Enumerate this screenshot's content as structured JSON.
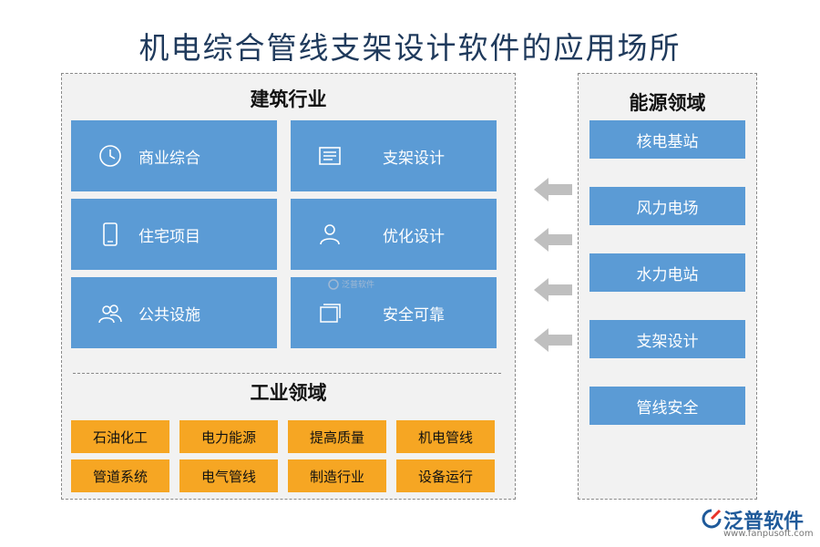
{
  "title": "机电综合管线支架设计软件的应用场所",
  "construction": {
    "heading": "建筑行业",
    "tiles": [
      {
        "label": "商业综合",
        "icon": "clock-icon"
      },
      {
        "label": "支架设计",
        "icon": "list-icon"
      },
      {
        "label": "住宅项目",
        "icon": "phone-icon"
      },
      {
        "label": "优化设计",
        "icon": "person-icon"
      },
      {
        "label": "公共设施",
        "icon": "people-icon"
      },
      {
        "label": "安全可靠",
        "icon": "cards-icon"
      }
    ]
  },
  "industry": {
    "heading": "工业领域",
    "items": [
      "石油化工",
      "电力能源",
      "提高质量",
      "机电管线",
      "管道系统",
      "电气管线",
      "制造行业",
      "设备运行"
    ]
  },
  "energy": {
    "heading": "能源领域",
    "items": [
      "核电基站",
      "风力电场",
      "水力电站",
      "支架设计",
      "管线安全"
    ]
  },
  "watermark": "泛普软件",
  "logo": {
    "name": "泛普软件",
    "url": "www.fanpusoft.com"
  },
  "colors": {
    "tile_blue": "#5b9bd5",
    "orange": "#f6a623",
    "arrow_gray": "#bfbfbf",
    "title_navy": "#1f3a5c"
  }
}
